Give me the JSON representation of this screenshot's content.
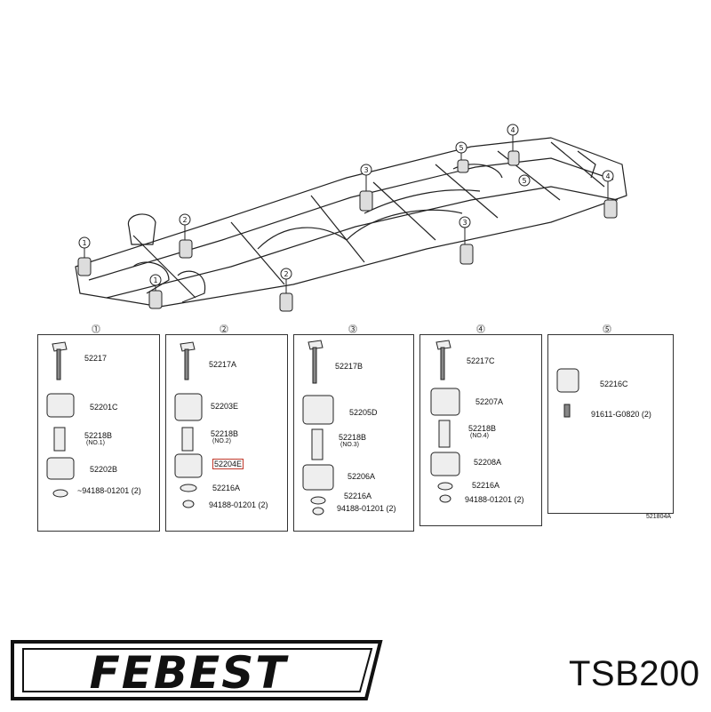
{
  "frame_callouts": [
    "1",
    "2",
    "3",
    "4",
    "5",
    "1",
    "2",
    "3",
    "4",
    "5"
  ],
  "panels": [
    {
      "num": "1",
      "parts": [
        {
          "code": "52217"
        },
        {
          "code": "52201C"
        },
        {
          "code": "52218B",
          "note": "(NO.1)"
        },
        {
          "code": "52202B"
        },
        {
          "code": "~94188-01201 (2)"
        }
      ]
    },
    {
      "num": "2",
      "parts": [
        {
          "code": "52217A"
        },
        {
          "code": "52203E"
        },
        {
          "code": "52218B",
          "note": "(NO.2)"
        },
        {
          "code": "52204E"
        },
        {
          "code": "52216A"
        },
        {
          "code": "94188-01201 (2)"
        }
      ]
    },
    {
      "num": "3",
      "parts": [
        {
          "code": "52217B"
        },
        {
          "code": "52205D"
        },
        {
          "code": "52218B",
          "note": "(NO.3)"
        },
        {
          "code": "52206A"
        },
        {
          "code": "52216A"
        },
        {
          "code": "94188-01201 (2)"
        }
      ]
    },
    {
      "num": "4",
      "parts": [
        {
          "code": "52217C"
        },
        {
          "code": "52207A"
        },
        {
          "code": "52218B",
          "note": "(NO.4)"
        },
        {
          "code": "52208A"
        },
        {
          "code": "52216A"
        },
        {
          "code": "94188-01201 (2)"
        }
      ]
    },
    {
      "num": "5",
      "parts": [
        {
          "code": "52216C"
        },
        {
          "code": "91611-G0820 (2)"
        }
      ]
    }
  ],
  "ref_code": "521804A",
  "brand": "FEBEST",
  "part_number": "TSB200"
}
